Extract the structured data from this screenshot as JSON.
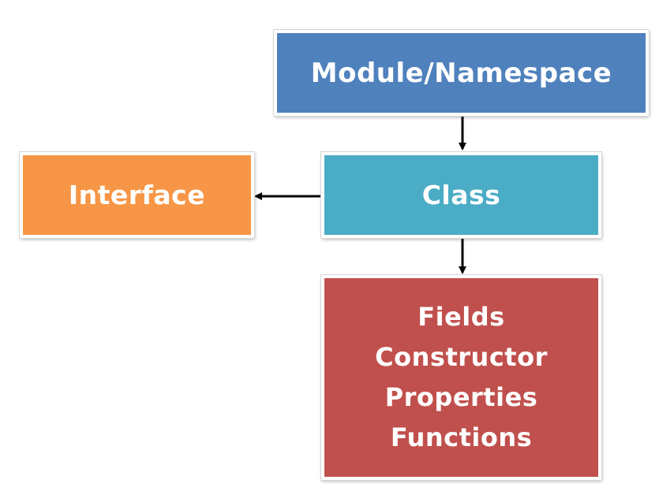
{
  "diagram": {
    "module_box": {
      "label": "Module/Namespace"
    },
    "class_box": {
      "label": "Class"
    },
    "interface_box": {
      "label": "Interface"
    },
    "members_box": {
      "items": [
        "Fields",
        "Constructor",
        "Properties",
        "Functions"
      ]
    },
    "colors": {
      "module": "#4f81bd",
      "class": "#4bacc6",
      "interface": "#f79646",
      "members": "#c0504d",
      "arrow": "#000000",
      "text": "#ffffff"
    }
  }
}
